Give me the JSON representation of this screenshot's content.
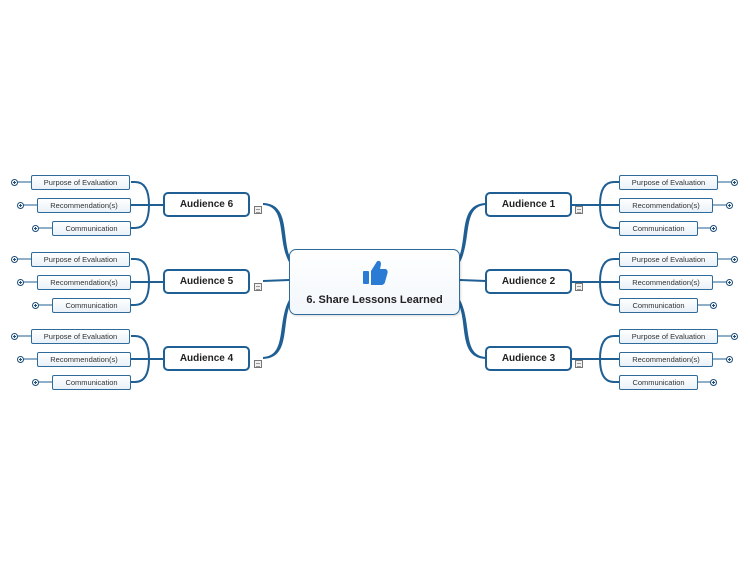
{
  "central": {
    "title": "6. Share Lessons Learned",
    "icon": "thumbs-up-icon"
  },
  "audiences": [
    {
      "label": "Audience 1",
      "children": [
        "Purpose of Evaluation",
        "Recommendation(s)",
        "Communication"
      ]
    },
    {
      "label": "Audience 2",
      "children": [
        "Purpose of Evaluation",
        "Recommendation(s)",
        "Communication"
      ]
    },
    {
      "label": "Audience 3",
      "children": [
        "Purpose of Evaluation",
        "Recommendation(s)",
        "Communication"
      ]
    },
    {
      "label": "Audience 4",
      "children": [
        "Purpose of Evaluation",
        "Recommendation(s)",
        "Communication"
      ]
    },
    {
      "label": "Audience 5",
      "children": [
        "Purpose of Evaluation",
        "Recommendation(s)",
        "Communication"
      ]
    },
    {
      "label": "Audience 6",
      "children": [
        "Purpose of Evaluation",
        "Recommendation(s)",
        "Communication"
      ]
    }
  ],
  "colors": {
    "connector": "#1f5f93",
    "icon": "#2a7bd4",
    "border": "#2f6b9a"
  }
}
